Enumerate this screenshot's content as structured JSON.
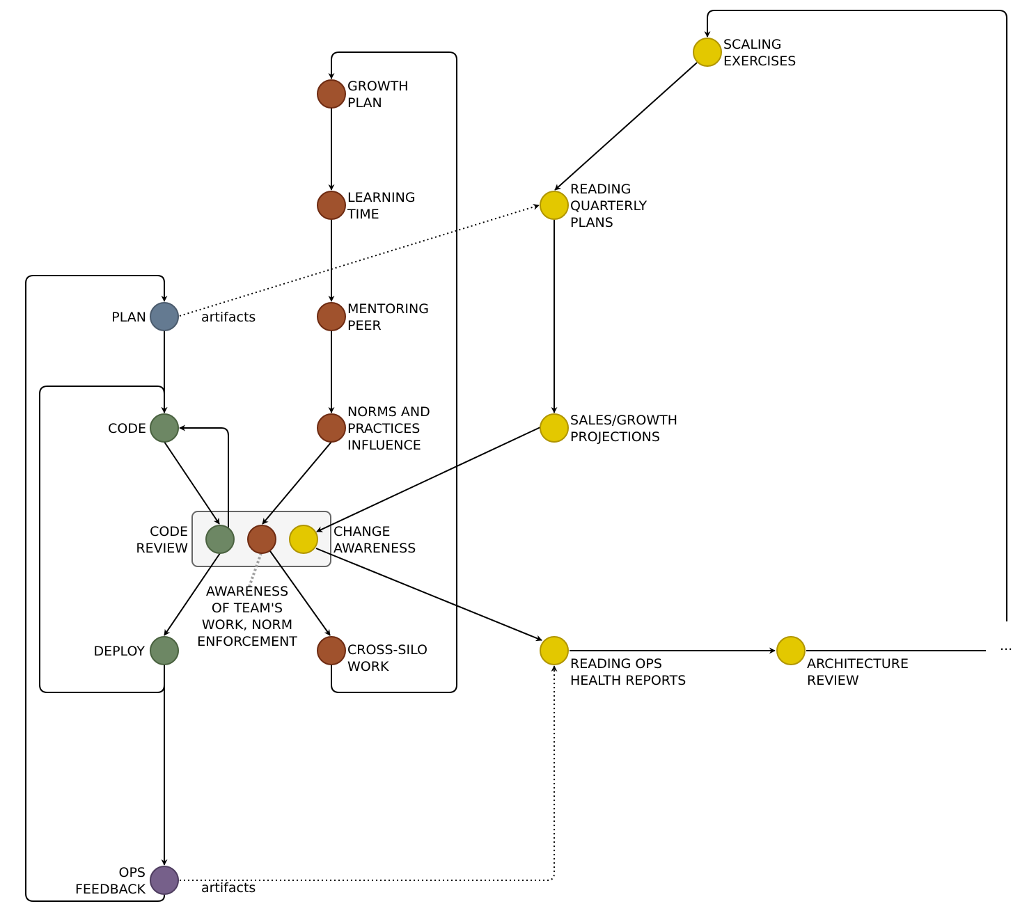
{
  "colors": {
    "slate": "#647a91",
    "green": "#6d8764",
    "rust": "#a0522d",
    "yellow": "#e3c800",
    "purple": "#76608a",
    "group_fill": "#f5f5f5",
    "group_stroke": "#666666"
  },
  "nodes": {
    "plan": {
      "label": [
        "PLAN"
      ],
      "color": "slate"
    },
    "code": {
      "label": [
        "CODE"
      ],
      "color": "green"
    },
    "code_review": {
      "label": [
        "CODE",
        "REVIEW"
      ],
      "color": "green"
    },
    "deploy": {
      "label": [
        "DEPLOY"
      ],
      "color": "green"
    },
    "ops_feedback": {
      "label": [
        "OPS",
        "FEEDBACK"
      ],
      "color": "purple"
    },
    "growth_plan": {
      "label": [
        "GROWTH",
        "PLAN"
      ],
      "color": "rust"
    },
    "learning_time": {
      "label": [
        "LEARNING",
        "TIME"
      ],
      "color": "rust"
    },
    "mentoring_peer": {
      "label": [
        "MENTORING",
        "PEER"
      ],
      "color": "rust"
    },
    "norms_practices": {
      "label": [
        "NORMS AND",
        "PRACTICES",
        "INFLUENCE"
      ],
      "color": "rust"
    },
    "awareness_team": {
      "label": [
        "AWARENESS",
        "OF TEAM'S",
        "WORK, NORM",
        "ENFORCEMENT"
      ],
      "color": "rust"
    },
    "cross_silo": {
      "label": [
        "CROSS-SILO",
        "WORK"
      ],
      "color": "rust"
    },
    "change_awareness": {
      "label": [
        "CHANGE",
        "AWARENESS"
      ],
      "color": "yellow"
    },
    "scaling_exercises": {
      "label": [
        "SCALING",
        "EXERCISES"
      ],
      "color": "yellow"
    },
    "reading_quarterly": {
      "label": [
        "READING",
        "QUARTERLY",
        "PLANS"
      ],
      "color": "yellow"
    },
    "sales_growth": {
      "label": [
        "SALES/GROWTH",
        "PROJECTIONS"
      ],
      "color": "yellow"
    },
    "reading_ops": {
      "label": [
        "READING OPS",
        "HEALTH REPORTS"
      ],
      "color": "yellow"
    },
    "architecture_review": {
      "label": [
        "ARCHITECTURE",
        "REVIEW"
      ],
      "color": "yellow"
    }
  },
  "edge_labels": {
    "plan_artifacts": "artifacts",
    "ops_artifacts": "artifacts",
    "ellipsis": "..."
  }
}
